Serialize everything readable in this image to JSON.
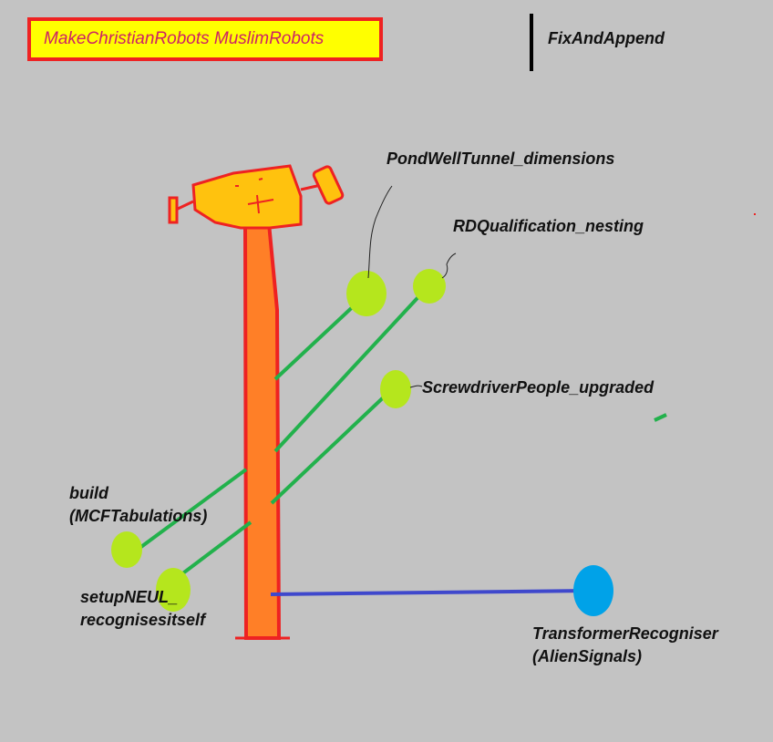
{
  "header": {
    "title_box_text": "MakeChristianRobots MuslimRobots",
    "side_label": "FixAndAppend"
  },
  "nodes": {
    "pond": "PondWellTunnel_dimensions",
    "rd": "RDQualification_nesting",
    "screwdriver": "ScrewdriverPeople_upgraded",
    "build_line1": "build",
    "build_line2": "(MCFTabulations)",
    "setup_line1": "setupNEUL_",
    "setup_line2": "recognisesitself",
    "transformer_line1": "TransformerRecogniser",
    "transformer_line2": "(AlienSignals)"
  },
  "colors": {
    "background": "#c3c3c3",
    "title_fill": "#ffff00",
    "title_border": "#ee2222",
    "title_text": "#cc2266",
    "pole": "#ff7f27",
    "pole_outline": "#ee2222",
    "head": "#ffc20e",
    "node_green": "#b5e61d",
    "connector_green": "#22b14c",
    "node_blue": "#00a2e8",
    "connector_blue": "#3f48cc"
  }
}
